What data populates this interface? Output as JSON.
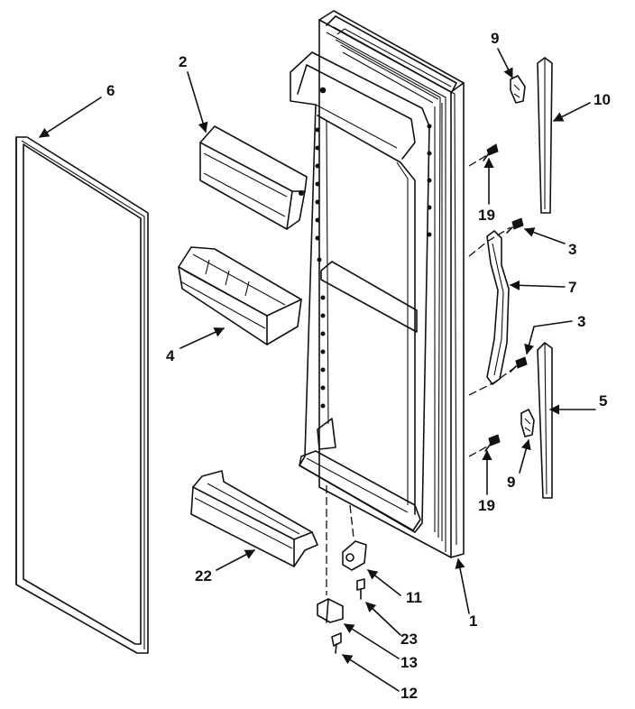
{
  "diagram": {
    "callouts": {
      "p1": "1",
      "p2": "2",
      "p3a": "3",
      "p3b": "3",
      "p4": "4",
      "p5": "5",
      "p6": "6",
      "p7": "7",
      "p9a": "9",
      "p9b": "9",
      "p10": "10",
      "p11": "11",
      "p12": "12",
      "p13": "13",
      "p19a": "19",
      "p19b": "19",
      "p22": "22",
      "p23": "23"
    }
  }
}
